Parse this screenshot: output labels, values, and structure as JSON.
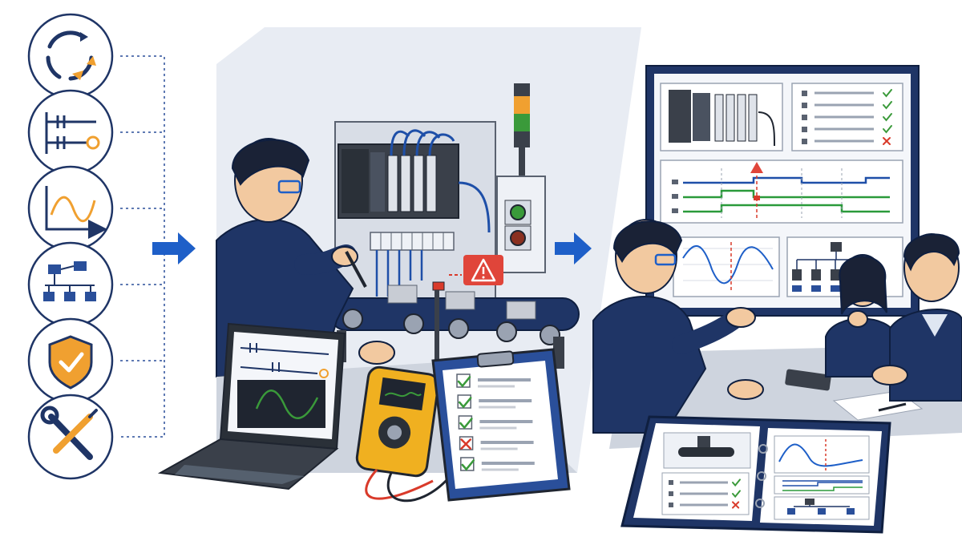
{
  "colors": {
    "navy": "#1f3566",
    "blue": "#2a4f9a",
    "arrow_blue": "#1e5fc8",
    "orange": "#f0a030",
    "green": "#3a9a3a",
    "red": "#d93a2a",
    "panel_bg": "#e8ecf3",
    "screen_bg": "#f4f6fa",
    "gray": "#5a6270"
  },
  "left_icons": [
    {
      "name": "cycle-arrows-icon"
    },
    {
      "name": "ladder-logic-icon"
    },
    {
      "name": "waveform-graph-icon"
    },
    {
      "name": "network-diagram-icon"
    },
    {
      "name": "shield-check-icon"
    },
    {
      "name": "wrench-screwdriver-icon"
    }
  ],
  "scene_1": {
    "description_icons": [
      "plc-rack-icon",
      "stack-light-icon",
      "warning-icon",
      "conveyor-icon",
      "laptop-icon",
      "multimeter-icon",
      "checklist-clipboard-icon"
    ],
    "checklist_status": [
      "check",
      "check",
      "check",
      "cross",
      "check"
    ]
  },
  "scene_2": {
    "screen_checklist_status": [
      "check",
      "check",
      "check",
      "check",
      "cross"
    ],
    "binder_checklist_status": [
      "check",
      "check",
      "cross"
    ]
  }
}
